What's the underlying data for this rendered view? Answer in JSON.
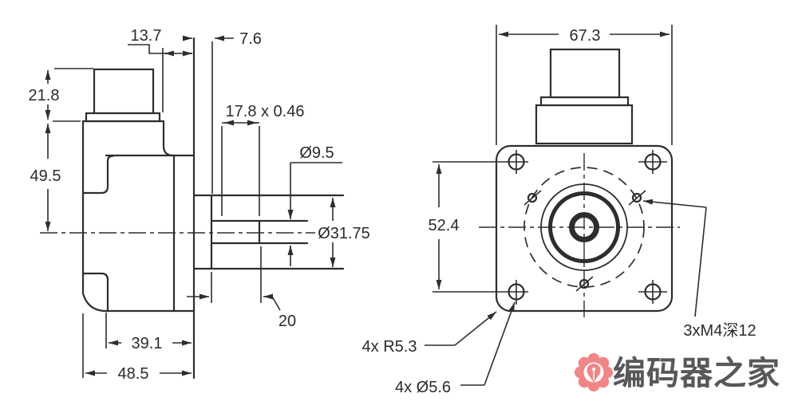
{
  "colors": {
    "line": "#2d2d2d",
    "background": "#ffffff",
    "logo_icon": "#f28585",
    "logo_text": "#58585a"
  },
  "side_view": {
    "dims": {
      "step_to_flange": "13.7",
      "pilot_depth": "7.6",
      "connector_height": "21.8",
      "top_to_center": "49.5",
      "shaft_feature": "17.8 x 0.46",
      "shaft_diameter": "Ø9.5",
      "pilot_diameter": "Ø31.75",
      "shaft_length": "20",
      "body_depth": "39.1",
      "overall_depth": "48.5"
    }
  },
  "front_view": {
    "dims": {
      "flange_width": "67.3",
      "mount_hole_spacing": "52.4",
      "thread_note": "3xM4深12",
      "corner_radius_note": "4x R5.3",
      "mount_hole_note": "4x Ø5.6"
    }
  },
  "logo": {
    "text": "编码器之家"
  }
}
